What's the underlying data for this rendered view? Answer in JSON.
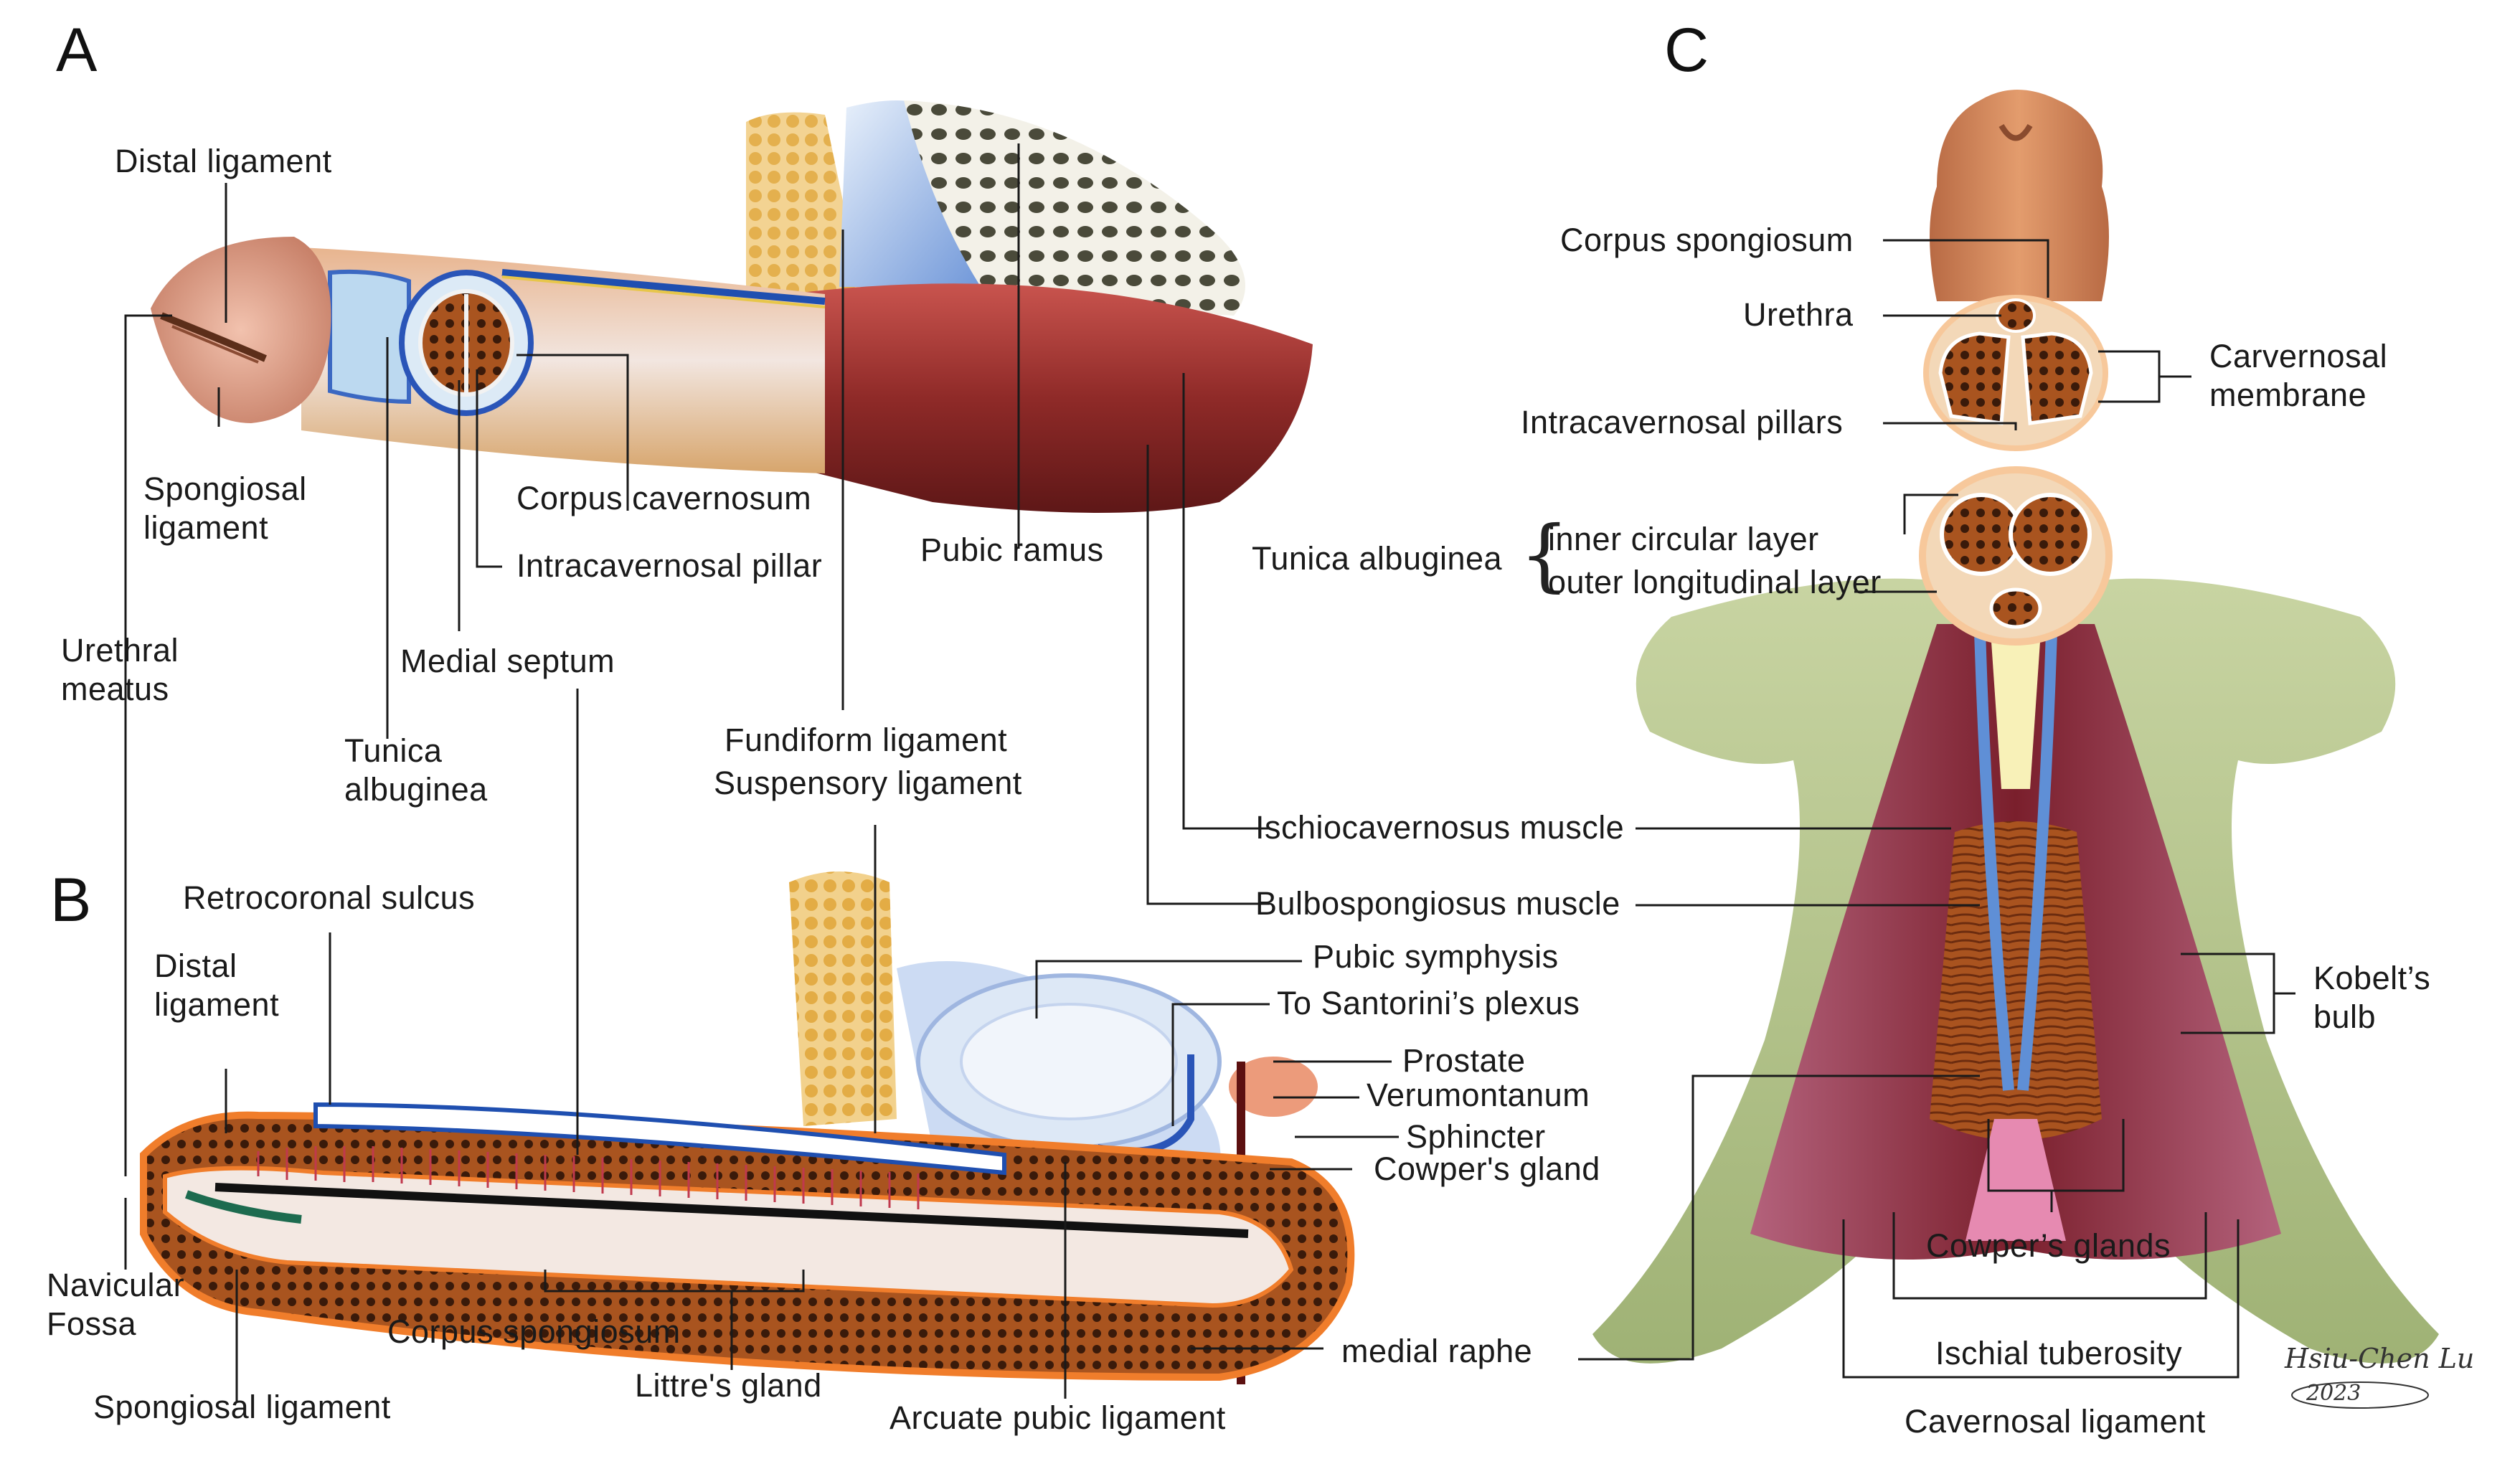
{
  "panels": {
    "a": "A",
    "b": "B",
    "c": "C"
  },
  "labels_a": {
    "distal_ligament": "Distal ligament",
    "spongiosal_ligament": "Spongiosal\nligament",
    "urethral_meatus": "Urethral\nmeatus",
    "corpus_cavernosum": "Corpus cavernosum",
    "intracavernosal_pillar": "Intracavernosal pillar",
    "pubic_ramus": "Pubic ramus",
    "medial_septum": "Medial septum",
    "tunica_albuginea": "Tunica\nalbuginea",
    "fundiform_ligament": "Fundiform ligament",
    "suspensory_ligament": "Suspensory ligament"
  },
  "labels_b": {
    "retrocoronal_sulcus": "Retrocoronal sulcus",
    "distal_ligament": "Distal\nligament",
    "navicular_fossa": "Navicular\nFossa",
    "spongiosal_ligament": "Spongiosal ligament",
    "corpus_spongiosum": "Corpus spongiosum",
    "littres_gland": "Littre's gland",
    "arcuate_pubic_ligament": "Arcuate pubic ligament",
    "pubic_symphysis": "Pubic symphysis",
    "to_santorini": "To Santorini’s plexus",
    "prostate": "Prostate",
    "verumontanum": "Verumontanum",
    "sphincter": "Sphincter",
    "cowpers_gland": "Cowper's gland",
    "medial_raphe": "medial raphe"
  },
  "labels_c": {
    "corpus_spongiosum": "Corpus spongiosum",
    "urethra": "Urethra",
    "carvernosal_membrane": "Carvernosal\nmembrane",
    "intracavernosal_pillars": "Intracavernosal pillars",
    "tunica_albuginea": "Tunica albuginea",
    "inner_circular_layer": "inner circular layer",
    "outer_longitudinal_layer": "outer longitudinal layer",
    "ischiocavernosus_muscle": "Ischiocavernosus muscle",
    "bulbospongiosus_muscle": "Bulbospongiosus muscle",
    "kobelts_bulb": "Kobelt’s\nbulb",
    "cowpers_glands": "Cowper’s glands",
    "ischial_tuberosity": "Ischial tuberosity",
    "cavernosal_ligament": "Cavernosal ligament"
  },
  "signature": {
    "name": "Hsiu-Chen Lu",
    "year": "2023"
  },
  "colors": {
    "glans": "#d9937a",
    "muscle": "#9a2f2c",
    "tunica_blue": "#9fc6e6",
    "vessel_blue": "#2a55b8",
    "spongiosum": "#b8521f",
    "bone_green": "#b6c68d",
    "fat_yellow": "#e2ad4a",
    "leader": "#1a1a1a"
  }
}
